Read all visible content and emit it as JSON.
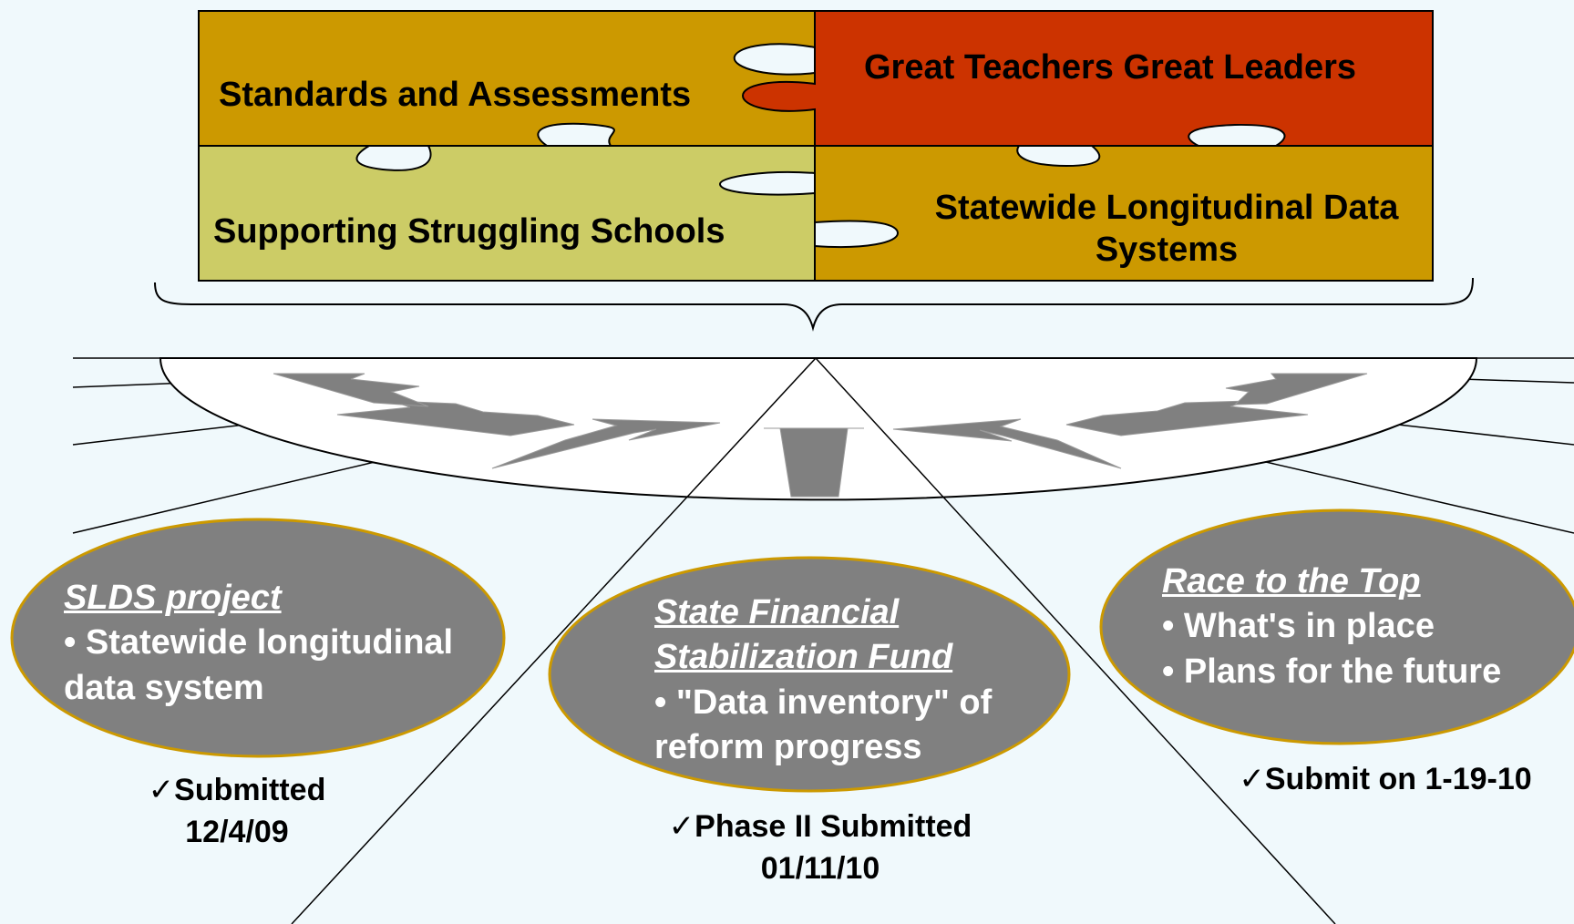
{
  "puzzle": {
    "pieces": [
      {
        "label": "Standards and Assessments",
        "color": "#cc9900"
      },
      {
        "label": "Great Teachers Great Leaders",
        "color": "#cc3300"
      },
      {
        "label": "Supporting Struggling Schools",
        "color": "#cccc66"
      },
      {
        "label": "Statewide Longitudinal Data Systems",
        "color": "#cc9900"
      }
    ]
  },
  "ellipses": [
    {
      "title": "SLDS project",
      "lines": [
        "• Statewide longitudinal",
        "data system"
      ]
    },
    {
      "title_lines": [
        "State Financial",
        "Stabilization Fund"
      ],
      "lines": [
        "• \"Data inventory\" of",
        "reform progress"
      ]
    },
    {
      "title": "Race to the Top",
      "lines": [
        "• What's in place",
        "• Plans for the future"
      ]
    }
  ],
  "statuses": [
    {
      "check": "✓",
      "line1": "Submitted",
      "line2": "12/4/09"
    },
    {
      "check": "✓",
      "line1": "Phase II Submitted",
      "line2": "01/11/10"
    },
    {
      "check": "✓",
      "line1": "Submit on 1-19-10",
      "line2": ""
    }
  ],
  "colors": {
    "background": "#f0f9fc",
    "ellipse_fill": "#808080",
    "arrow_fill": "#808080",
    "fan_fill": "#ffffff"
  }
}
